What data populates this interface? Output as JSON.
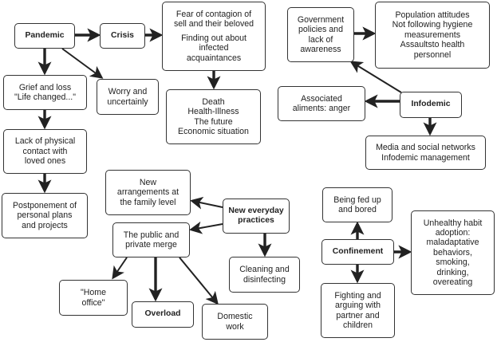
{
  "diagram": {
    "nodes": [
      {
        "id": "pandemic",
        "text": "Pandemic",
        "bold": true
      },
      {
        "id": "crisis",
        "text": "Crisis",
        "bold": true
      },
      {
        "id": "fear",
        "text": "Fear of contagion of\nsell and their beloved",
        "text2": "Finding out about\ninfected\nacquaintances"
      },
      {
        "id": "death",
        "text": "Death\nHealth-Illness\nThe future\nEconomic situation"
      },
      {
        "id": "grief",
        "text": "Grief and loss\n\"Life changed...\""
      },
      {
        "id": "worry",
        "text": "Worry and\nuncertainly"
      },
      {
        "id": "lack",
        "text": "Lack of physical\ncontact with\nloved ones"
      },
      {
        "id": "postpone",
        "text": "Postponement of\npersonal plans\nand projects"
      },
      {
        "id": "gov",
        "text": "Government\npolicies and\nlack of\nawareness"
      },
      {
        "id": "population",
        "text": "Population attitudes\nNot following hygiene\nmeasurements\nAssaultsto health\npersonnel"
      },
      {
        "id": "associated",
        "text": "Associated\naliments: anger"
      },
      {
        "id": "infodemic",
        "text": "Infodemic",
        "bold": true
      },
      {
        "id": "media",
        "text": "Media and social networks\nInfodemic management"
      },
      {
        "id": "newarr",
        "text": "New\narrangements at\nthe family level"
      },
      {
        "id": "newpractices",
        "text": "New everyday\npractices",
        "bold": true
      },
      {
        "id": "publicprivate",
        "text": "The public and\nprivate merge"
      },
      {
        "id": "cleaning",
        "text": "Cleaning and\ndisinfecting"
      },
      {
        "id": "homeoffice",
        "text": "\"Home\noffice\""
      },
      {
        "id": "overload",
        "text": "Overload",
        "bold": true
      },
      {
        "id": "domestic",
        "text": "Domestic\nwork"
      },
      {
        "id": "fedup",
        "text": "Being fed up\nand bored"
      },
      {
        "id": "confinement",
        "text": "Confinement",
        "bold": true
      },
      {
        "id": "unhealthy",
        "text": "Unhealthy habit\nadoption:\nmaladaptative\nbehaviors,\nsmoking,\ndrinking,\novereating"
      },
      {
        "id": "fighting",
        "text": "Fighting and\narguing with\npartner and\nchildren"
      }
    ],
    "edges": [
      {
        "from": "pandemic",
        "to": "crisis",
        "weight": "thick"
      },
      {
        "from": "crisis",
        "to": "fear",
        "weight": "thick"
      },
      {
        "from": "fear",
        "to": "death",
        "weight": "thick"
      },
      {
        "from": "pandemic",
        "to": "grief",
        "weight": "thick"
      },
      {
        "from": "pandemic",
        "to": "worry",
        "weight": "thin"
      },
      {
        "from": "grief",
        "to": "lack",
        "weight": "thick"
      },
      {
        "from": "lack",
        "to": "postpone",
        "weight": "thick"
      },
      {
        "from": "gov",
        "to": "population",
        "weight": "thick"
      },
      {
        "from": "infodemic",
        "to": "gov",
        "weight": "thin"
      },
      {
        "from": "infodemic",
        "to": "associated",
        "weight": "thick"
      },
      {
        "from": "infodemic",
        "to": "media",
        "weight": "thick"
      },
      {
        "from": "newpractices",
        "to": "newarr",
        "weight": "thin"
      },
      {
        "from": "newpractices",
        "to": "publicprivate",
        "weight": "thin"
      },
      {
        "from": "newpractices",
        "to": "cleaning",
        "weight": "thick"
      },
      {
        "from": "publicprivate",
        "to": "homeoffice",
        "weight": "thin"
      },
      {
        "from": "publicprivate",
        "to": "overload",
        "weight": "thick"
      },
      {
        "from": "publicprivate",
        "to": "domestic",
        "weight": "thin"
      },
      {
        "from": "confinement",
        "to": "fedup",
        "weight": "thick"
      },
      {
        "from": "confinement",
        "to": "unhealthy",
        "weight": "thick"
      },
      {
        "from": "confinement",
        "to": "fighting",
        "weight": "thick"
      }
    ]
  }
}
